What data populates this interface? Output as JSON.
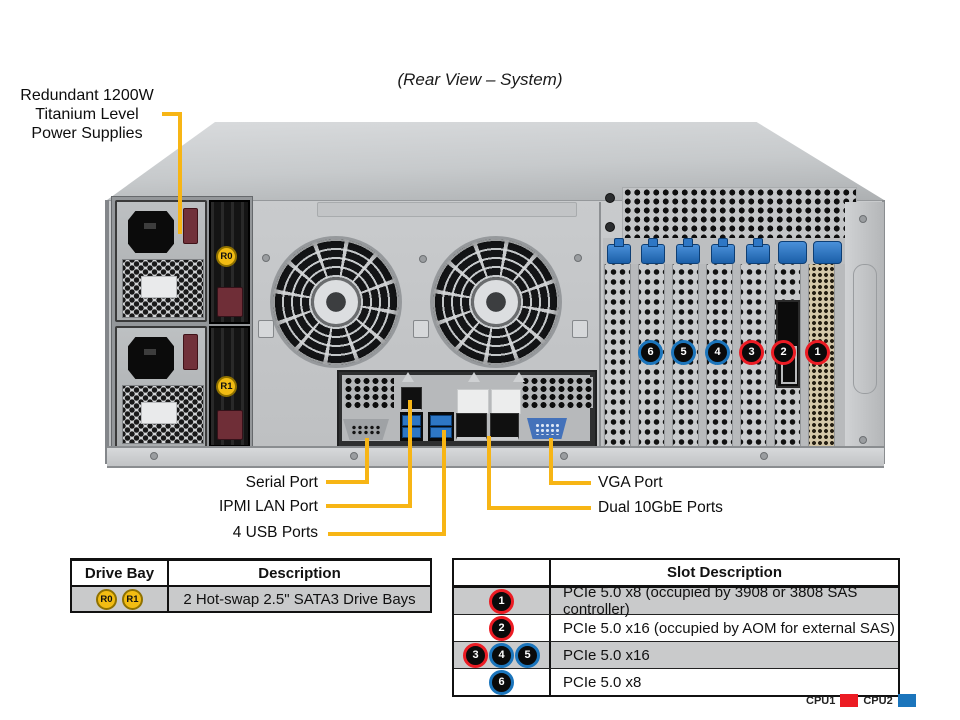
{
  "title": "(Rear View – System)",
  "psu_callout": {
    "line1": "Redundant 1200W",
    "line2": "Titanium Level",
    "line3": "Power Supplies"
  },
  "port_callouts": {
    "serial": "Serial Port",
    "ipmi": "IPMI LAN Port",
    "usb": "4 USB Ports",
    "vga": "VGA Port",
    "lan": "Dual 10GbE Ports"
  },
  "chassis": {
    "psu_badges": [
      {
        "label": "R0"
      },
      {
        "label": "R1"
      }
    ],
    "slot_badges": [
      {
        "num": "6",
        "color": "blue"
      },
      {
        "num": "5",
        "color": "blue"
      },
      {
        "num": "4",
        "color": "blue"
      },
      {
        "num": "3",
        "color": "red"
      },
      {
        "num": "2",
        "color": "red"
      },
      {
        "num": "1",
        "color": "red"
      }
    ]
  },
  "drive_bay_table": {
    "col1_header": "Drive Bay",
    "col2_header": "Description",
    "badges": [
      "R0",
      "R1"
    ],
    "description": "2 Hot-swap 2.5\" SATA3 Drive Bays"
  },
  "slot_table": {
    "header": "Slot Description",
    "rows": [
      {
        "badges": [
          {
            "num": "1",
            "color": "red"
          }
        ],
        "desc": "PCIe 5.0 x8 (occupied by 3908 or 3808 SAS controller)"
      },
      {
        "badges": [
          {
            "num": "2",
            "color": "red"
          }
        ],
        "desc": "PCIe 5.0 x16 (occupied by AOM for external SAS)"
      },
      {
        "badges": [
          {
            "num": "3",
            "color": "red"
          },
          {
            "num": "4",
            "color": "blue"
          },
          {
            "num": "5",
            "color": "blue"
          }
        ],
        "desc": "PCIe 5.0 x16"
      },
      {
        "badges": [
          {
            "num": "6",
            "color": "blue"
          }
        ],
        "desc": "PCIe 5.0 x8"
      }
    ]
  },
  "legend": {
    "cpu1": "CPU1",
    "cpu2": "CPU2"
  },
  "colors": {
    "accent_yellow": "#F7B515",
    "cpu1_red": "#EC1C24",
    "cpu2_blue": "#1B75BC",
    "row_gray": "#C9CACB",
    "badge_yellow": "#F2BC13"
  }
}
